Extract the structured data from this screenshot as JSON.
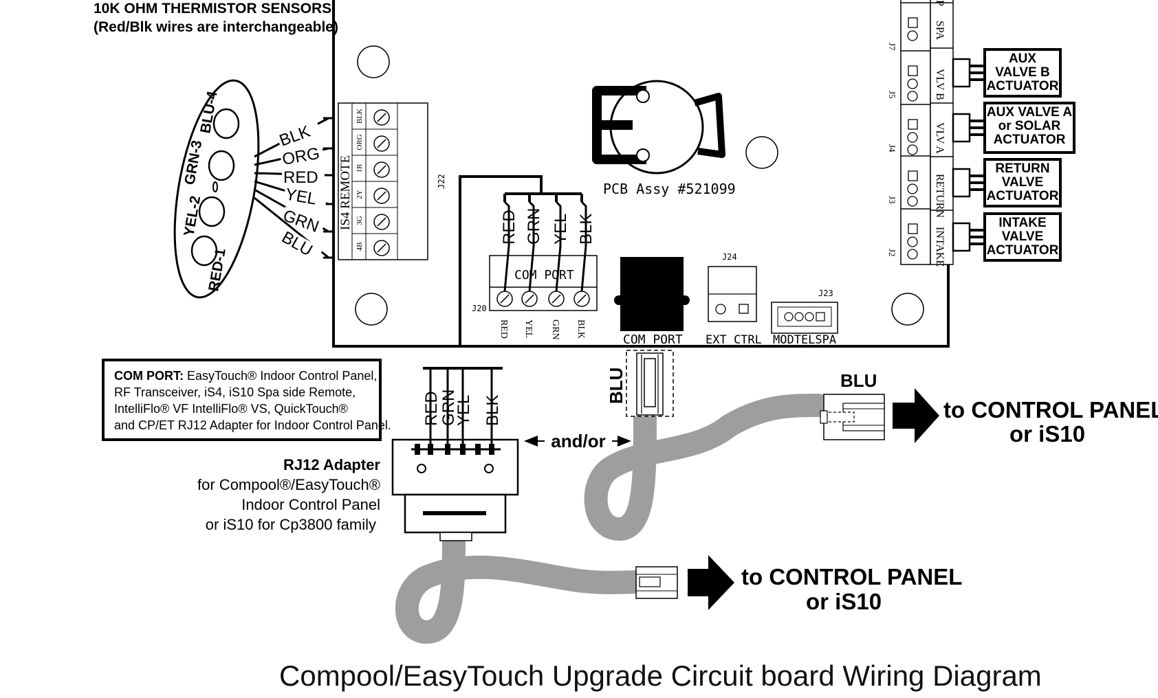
{
  "title": "Compool/EasyTouch Upgrade Circuit board Wiring Diagram",
  "thermistor": {
    "header_line1": "10K OHM THERMISTOR SENSORS",
    "header_line2": "(Red/Blk wires are interchangeable)",
    "sensor_labels": [
      "RED-1",
      "YEL-2",
      "GRN-3",
      "BLU-4"
    ],
    "wire_labels": [
      "BLK",
      "ORG",
      "RED",
      "YEL",
      "GRN",
      "BLU"
    ]
  },
  "j22": {
    "id": "J22",
    "block_name": "IS4 REMOTE",
    "pins": [
      "BLK",
      "ORG",
      "1R",
      "2Y",
      "3G",
      "4B"
    ]
  },
  "pcb": {
    "label": "PCB Assy #521099"
  },
  "com_port_wires": [
    "RED",
    "GRN",
    "YEL",
    "BLK"
  ],
  "j20": {
    "id": "J20",
    "name": "COM PORT",
    "pins": [
      "RED",
      "YEL",
      "GRN",
      "BLK"
    ]
  },
  "rj_port": {
    "label": "COM PORT"
  },
  "j24": {
    "id": "J24",
    "label": "EXT CTRL"
  },
  "j23": {
    "id": "J23",
    "label": "MODTELSPA"
  },
  "right_header": {
    "top_partial": "P",
    "ports": [
      {
        "id": "J7",
        "name": "SPA"
      },
      {
        "id": "J5",
        "name": "VLV B"
      },
      {
        "id": "J4",
        "name": "VLV A"
      },
      {
        "id": "J3",
        "name": "RETURN"
      },
      {
        "id": "J2",
        "name": "INTAKE"
      }
    ]
  },
  "actuators": [
    {
      "lines": [
        "AUX",
        "VALVE B",
        "ACTUATOR"
      ]
    },
    {
      "lines": [
        "AUX VALVE A",
        "or SOLAR",
        "ACTUATOR"
      ]
    },
    {
      "lines": [
        "RETURN",
        "VALVE",
        "ACTUATOR"
      ]
    },
    {
      "lines": [
        "INTAKE",
        "VALVE",
        "ACTUATOR"
      ]
    }
  ],
  "com_port_note": {
    "heading": "COM PORT:",
    "line1_rest": " EasyTouch® Indoor Control Panel,",
    "line2": "RF Transceiver, iS4, iS10 Spa side Remote,",
    "line3": "IntelliFlo® VF IntelliFlo® VS, QuickTouch®",
    "line4": "and CP/ET RJ12 Adapter for Indoor Control Panel."
  },
  "rj12_adapter": {
    "heading": "RJ12 Adapter",
    "line1": "for Compool®/EasyTouch®",
    "line2": "Indoor Control Panel",
    "line3": "or iS10 for Cp3800 family"
  },
  "adapter_wires": [
    "RED",
    "GRN",
    "YEL",
    "BLK"
  ],
  "andor_label": "and/or",
  "blu_label_vertical": "BLU",
  "blu_label_right": "BLU",
  "arrow_upper": {
    "line1": "to CONTROL PANEL",
    "line2": "or iS10"
  },
  "arrow_lower": {
    "line1": "to CONTROL PANEL",
    "line2": "or iS10"
  },
  "colors": {
    "cable": "#9e9e9e",
    "ink": "#000000"
  }
}
